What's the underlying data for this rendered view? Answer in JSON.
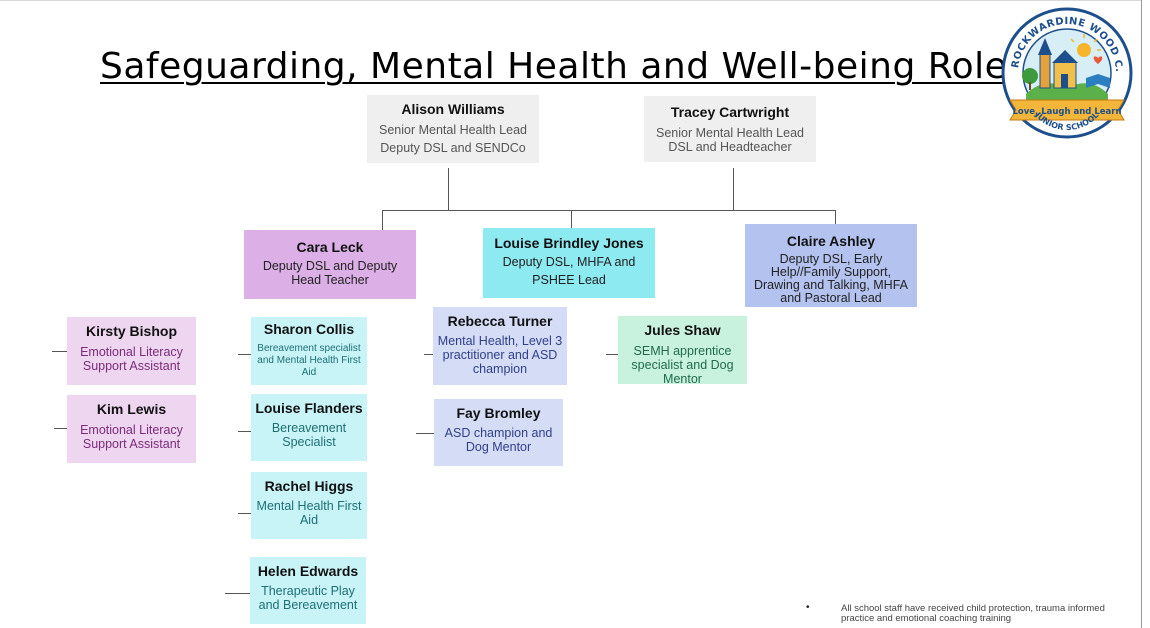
{
  "title": "Safeguarding, Mental Health and Well-being Roles",
  "logo": {
    "top_text": "WROCKWARDINE WOOD C.E",
    "ribbon_text": "Love, Laugh and Learn",
    "bottom_text": "JUNIOR SCHOOL"
  },
  "leads": [
    {
      "name": "Alison Williams",
      "roles": [
        "Senior Mental Health Lead",
        "Deputy DSL and SENDCo"
      ]
    },
    {
      "name": "Tracey Cartwright",
      "roles": [
        "Senior Mental Health Lead",
        "DSL and Headteacher"
      ]
    }
  ],
  "deputies": [
    {
      "name": "Cara Leck",
      "role": "Deputy DSL and Deputy Head Teacher"
    },
    {
      "name": "Louise Brindley Jones",
      "role": "Deputy DSL, MHFA and PSHEE Lead"
    },
    {
      "name": "Claire Ashley",
      "role": "Deputy DSL, Early Help//Family Support, Drawing and Talking, MHFA  and Pastoral Lead"
    }
  ],
  "staff": [
    {
      "name": "Kirsty Bishop",
      "role": "Emotional Literacy Support Assistant"
    },
    {
      "name": "Kim Lewis",
      "role": "Emotional Literacy Support Assistant"
    },
    {
      "name": "Sharon Collis",
      "role": "Bereavement specialist and Mental Health First Aid"
    },
    {
      "name": "Louise Flanders",
      "role": "Bereavement Specialist"
    },
    {
      "name": "Rachel Higgs",
      "role": "Mental Health First Aid"
    },
    {
      "name": "Helen Edwards",
      "role": "Therapeutic Play and Bereavement"
    },
    {
      "name": "Rebecca Turner",
      "role": "Mental Health, Level 3 practitioner and ASD champion"
    },
    {
      "name": "Fay Bromley",
      "role": "ASD champion and Dog Mentor"
    },
    {
      "name": "Jules Shaw",
      "role": "SEMH apprentice specialist and Dog Mentor"
    }
  ],
  "footnote": {
    "bullet": "•",
    "text": "All school staff have received child protection, trauma informed practice and emotional coaching training"
  }
}
